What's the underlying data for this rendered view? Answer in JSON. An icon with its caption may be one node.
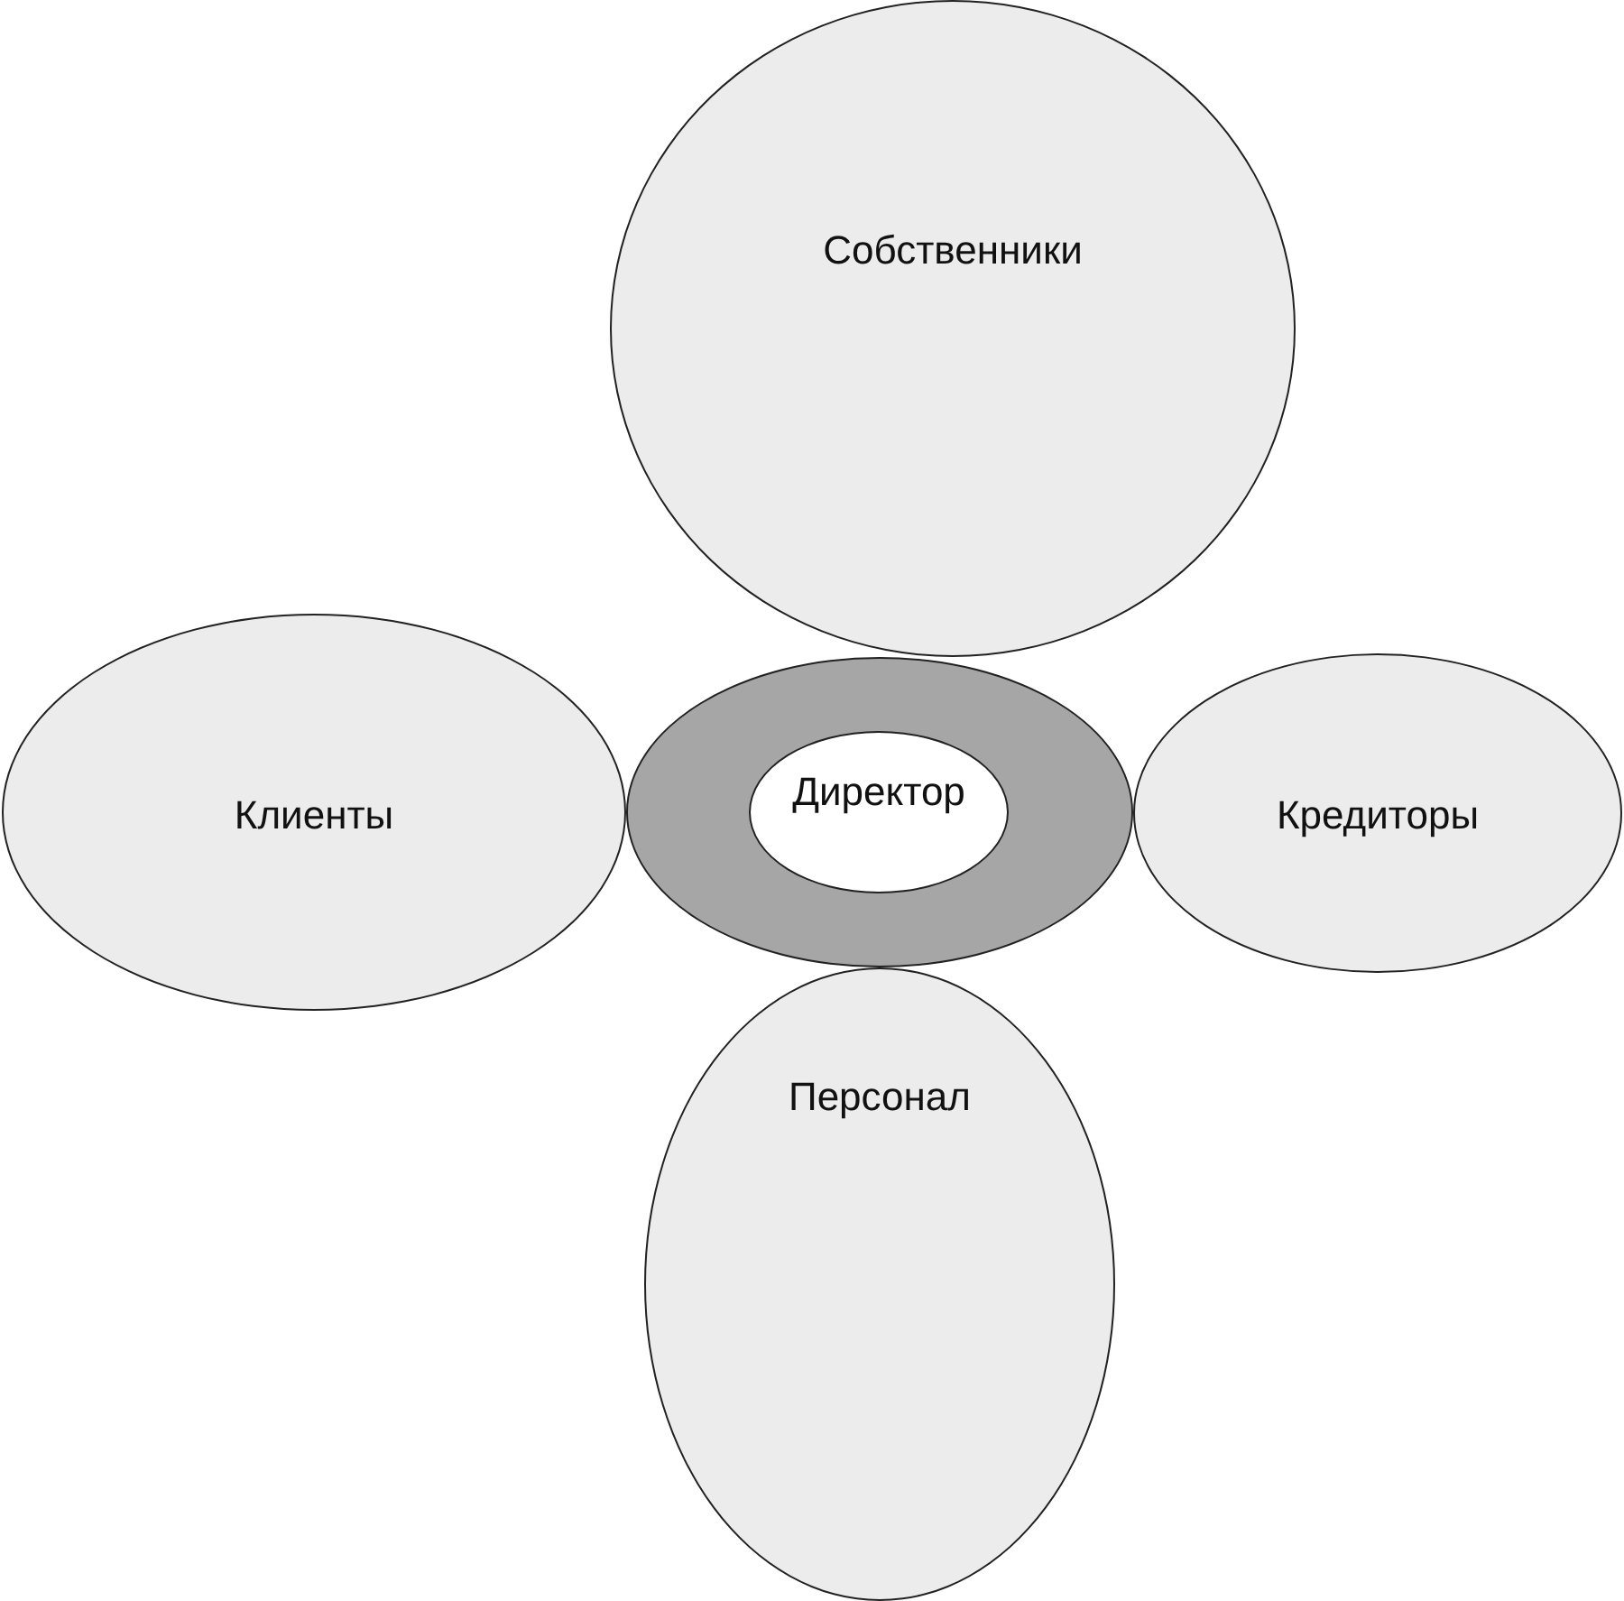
{
  "diagram": {
    "nodes": [
      {
        "text": [
          "Собственники"
        ]
      },
      {
        "text": [
          "Клиенты"
        ]
      },
      {
        "text": [],
        "shape": "circle"
      },
      {
        "text": [
          "Директор"
        ],
        "in": 2
      },
      {
        "text": [
          "Кредиторы"
        ]
      },
      {
        "text": [
          "Персонал"
        ]
      }
    ],
    "edges": []
  }
}
